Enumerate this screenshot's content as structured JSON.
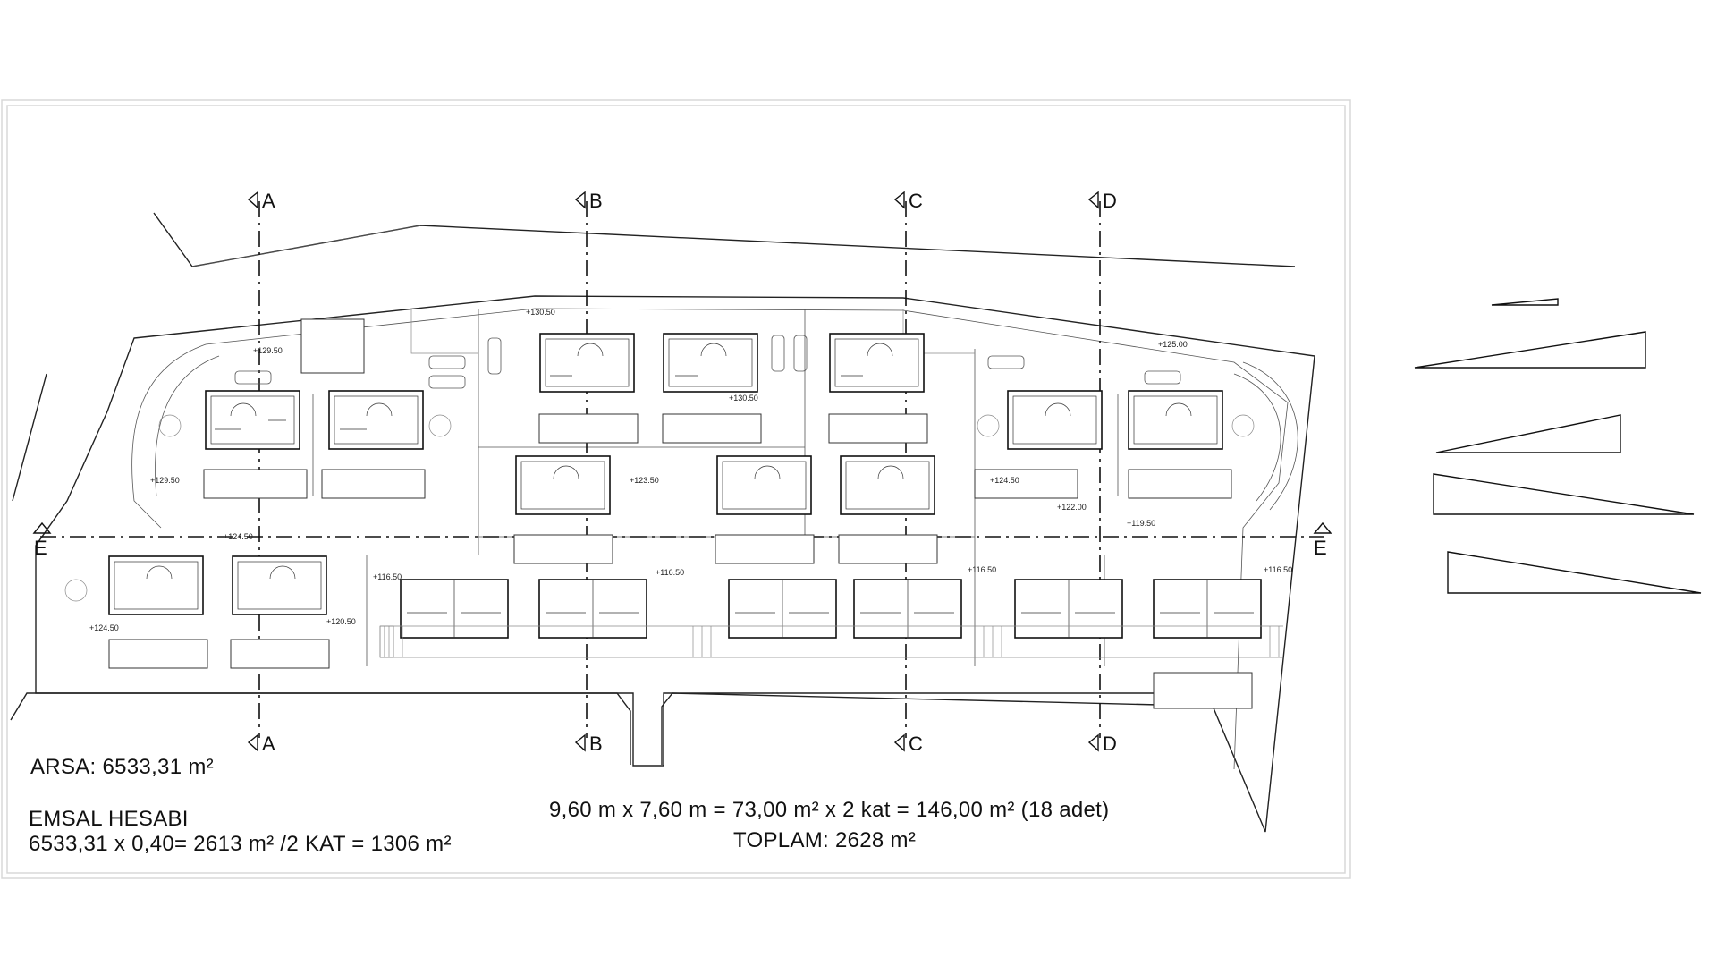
{
  "notes": {
    "arsa": "ARSA: 6533,31 m²",
    "emsal_title": "EMSAL HESABI",
    "emsal_calc": "6533,31 x 0,40= 2613 m² /2 KAT = 1306 m²",
    "unit_calc": "9,60 m x 7,60 m = 73,00 m² x 2 kat = 146,00 m² (18 adet)",
    "total": "TOPLAM: 2628 m²"
  },
  "section_markers": {
    "a": "A",
    "b": "B",
    "c": "C",
    "d": "D",
    "e": "E"
  },
  "elevations": [
    "+129.50",
    "+129.50",
    "+130.50",
    "+130.50",
    "+123.50",
    "+125.00",
    "+124.50",
    "+122.00",
    "+119.50",
    "+124.50",
    "+116.50",
    "+116.50",
    "+116.50",
    "+116.50",
    "+124.50",
    "+120.50"
  ]
}
